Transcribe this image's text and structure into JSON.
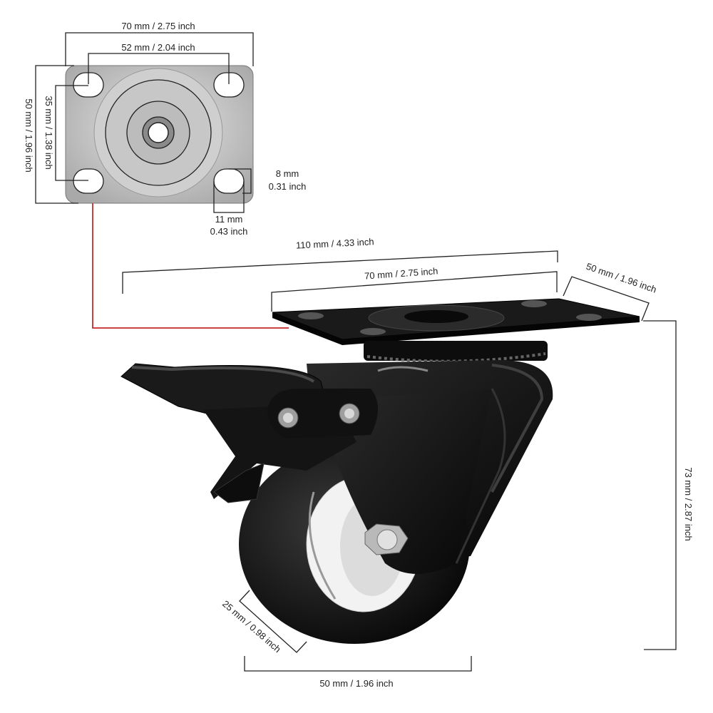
{
  "top_view": {
    "plate_width": "70 mm / 2.75 inch",
    "hole_spacing_x": "52 mm / 2.04 inch",
    "plate_height": "50 mm / 1.96 inch",
    "hole_spacing_y": "35 mm / 1.38 inch",
    "slot_height_mm": "8 mm",
    "slot_height_in": "0.31 inch",
    "slot_width_mm": "11 mm",
    "slot_width_in": "0.43 inch"
  },
  "side_view": {
    "overall_length": "110 mm / 4.33 inch",
    "plate_length": "70 mm / 2.75 inch",
    "plate_depth": "50 mm / 1.96 inch",
    "total_height": "73 mm / 2.87  inch",
    "wheel_width": "25 mm / 0.98  inch",
    "wheel_diameter": "50 mm / 1.96 inch"
  },
  "colors": {
    "plate_gray": "#bdbdbd",
    "caster_black": "#111111",
    "wheel_white": "#f2f2f2",
    "connector_red": "#c62828"
  }
}
